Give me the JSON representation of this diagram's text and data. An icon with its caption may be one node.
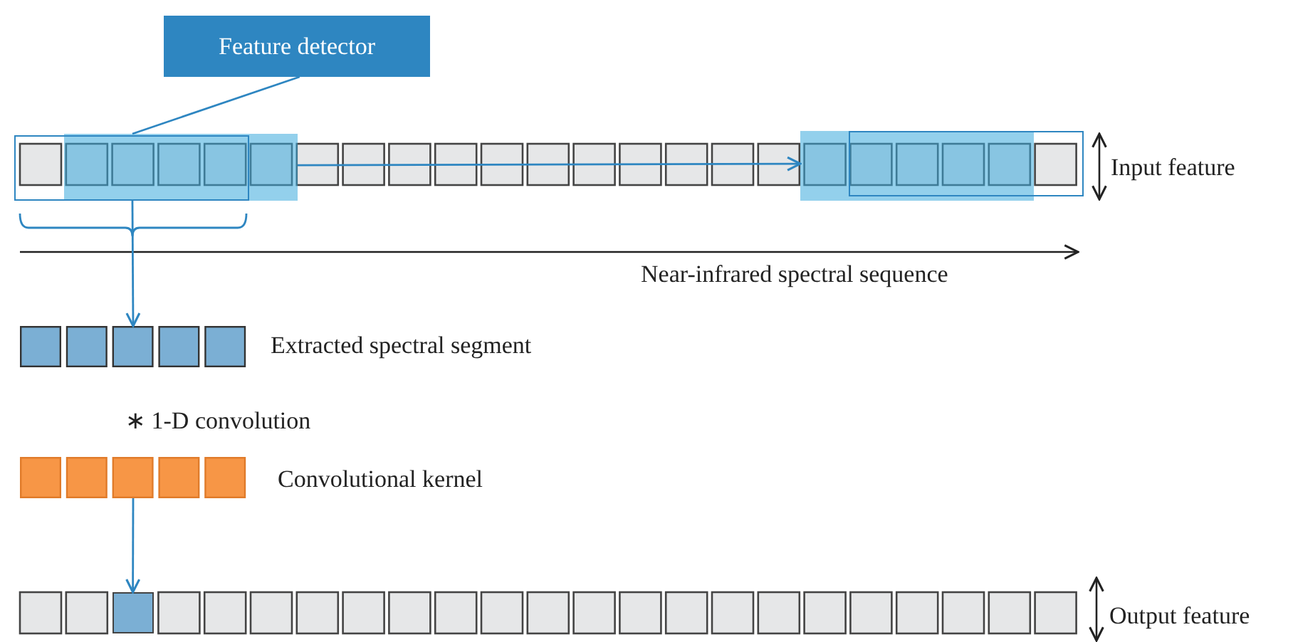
{
  "diagram": {
    "nodes": [
      {
        "text": [
          "Feature detector"
        ]
      },
      {
        "text": [],
        "shape": "box"
      },
      {
        "text": [],
        "shape": "box"
      },
      {
        "text": [],
        "shape": "bar",
        "beside": [
          "Extracted spectral segment"
        ]
      },
      {
        "text": [],
        "shape": "bar",
        "beside": [
          "Convolutional kernel"
        ]
      },
      {
        "text": [],
        "shape": "box"
      }
    ],
    "edges": [
      {
        "from": 0,
        "to": 1,
        "arrow": "none"
      },
      {
        "from": 1,
        "to": 2,
        "arrow": "to"
      },
      {
        "from": 1,
        "to": 3,
        "arrow": "to"
      },
      {
        "from": 4,
        "to": 5,
        "arrow": "to"
      }
    ],
    "labels": [
      "Input feature",
      "Near-infrared spectral sequence",
      "∗ 1-D convolution",
      "Output feature"
    ]
  }
}
